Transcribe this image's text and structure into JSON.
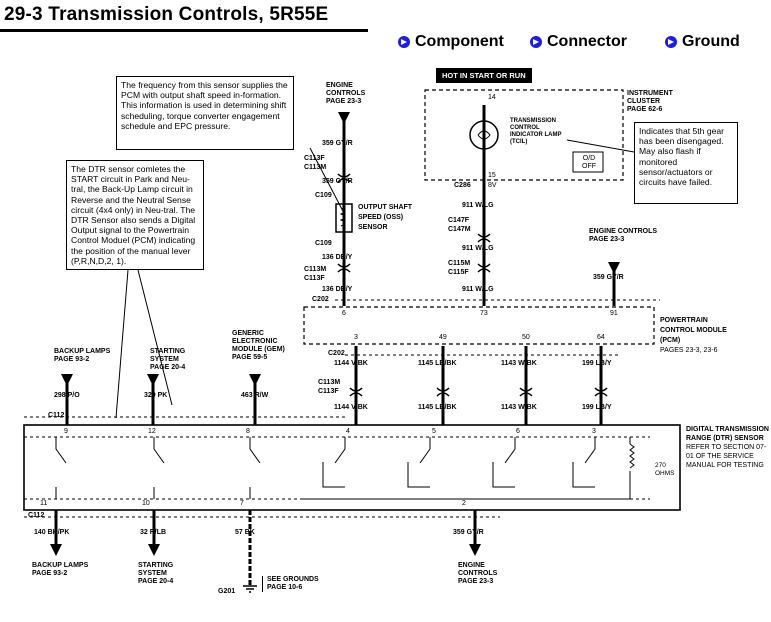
{
  "title": "29-3 Transmission Controls, 5R55E",
  "legend": {
    "component": "Component",
    "connector": "Connector",
    "ground": "Ground",
    "icon_color": "#1e1edc"
  },
  "notes": {
    "oss": "The frequency from this sensor supplies the PCM with output shaft speed in-formation.  This information is used in determining shift scheduling, torque converter engagement schedule and EPC pressure.",
    "dtr": "The DTR sensor comletes the START circuit in Park and Neu-tral, the Back-Up Lamp circuit in Reverse and the Neutral Sense circuit (4x4 only) in Neu-tral. The DTR Sensor also sends a Digital Output signal to the Powertrain Control Moduel (PCM) indicating the position of the manual lever (P,R,N,D,2, 1).",
    "tcil": "Indicates that 5th gear has been disengaged.  May also flash if monitored sensor/actuators or circuits have failed."
  },
  "hot_label": "HOT IN START OR RUN",
  "components": {
    "engine_controls_top": {
      "name": "ENGINE CONTROLS",
      "page": "PAGE 23-3"
    },
    "engine_controls_right": {
      "name": "ENGINE CONTROLS",
      "page": "PAGE 23-3"
    },
    "instrument_cluster": {
      "name": "INSTRUMENT CLUSTER",
      "page": "PAGE 62-6"
    },
    "tcil": {
      "name": "TRANSMISSION CONTROL INDICATOR LAMP (TCIL)",
      "button": "O/D OFF"
    },
    "oss": {
      "name": "OUTPUT SHAFT SPEED (OSS) SENSOR"
    },
    "pcm": {
      "name": "POWERTRAIN CONTROL MODULE (PCM)",
      "pages": "PAGES 23-3, 23-6"
    },
    "backup_lamps_top": {
      "name": "BACKUP LAMPS",
      "page": "PAGE 93-2"
    },
    "starting_system_top": {
      "name": "STARTING SYSTEM",
      "page": "PAGE 20-4"
    },
    "gem": {
      "name": "GENERIC ELECTRONIC MODULE (GEM)",
      "page": "PAGE 59-5"
    },
    "dtr": {
      "name": "DIGITAL TRANSMISSION RANGE (DTR) SENSOR",
      "ref": "REFER TO SECTION 07-01 OF THE SERVICE MANUAL FOR TESTING"
    },
    "backup_lamps_bottom": {
      "name": "BACKUP LAMPS",
      "page": "PAGE 93-2"
    },
    "starting_system_bottom": {
      "name": "STARTING SYSTEM",
      "page": "PAGE 20-4"
    },
    "engine_controls_bottom": {
      "name": "ENGINE CONTROLS",
      "page": "PAGE 23-3"
    },
    "grounds": {
      "name": "SEE GROUNDS",
      "page": "PAGE 10-6"
    }
  },
  "connectors": {
    "c113f": "C113F",
    "c113m": "C113M",
    "c109a": "C109",
    "c109b": "C109",
    "c113m_b": "C113M",
    "c113f_b": "C113F",
    "c202a": "C202",
    "c286": "C286",
    "c147f": "C147F",
    "c147m": "C147M",
    "c115m": "C115M",
    "c115f": "C115F",
    "c202b": "C202",
    "c113m_c": "C113M",
    "c113f_c": "C113F",
    "c112a": "C112",
    "c112b": "C112",
    "g201": "G201"
  },
  "circuits": {
    "oss_top1": "359  GY/R",
    "oss_top2": "359  GY/R",
    "oss_bot1": "136  DB/Y",
    "oss_bot2": "136  DB/Y",
    "tcil_1": "911  W/LG",
    "tcil_2": "911  W/LG",
    "tcil_3": "911  W/LG",
    "pcm_right": "359  GY/R",
    "a1": "1144  V/BK",
    "a2": "1144  V/BK",
    "b1": "1145  LB/BK",
    "b2": "1145  LB/BK",
    "c1": "1143  W/BK",
    "c2": "1143  W/BK",
    "d1": "199  LB/Y",
    "d2": "199  LB/Y",
    "backup": "298  P/O",
    "starting": "329  PK",
    "gem": "463  R/W",
    "out_backup": "140  BK/PK",
    "out_start": "32  R/LB",
    "out_gnd": "57  BK",
    "out_eng": "359  GY/R"
  },
  "pins": {
    "oss_top": "6",
    "pcm_73": "73",
    "pcm_91": "91",
    "pcm_3": "3",
    "pcm_49": "49",
    "pcm_50": "50",
    "pcm_64": "64",
    "ic_14": "14",
    "ic_15": "15",
    "ic_8v": "8V",
    "dtr_9": "9",
    "dtr_12": "12",
    "dtr_8": "8",
    "dtr_4": "4",
    "dtr_5": "5",
    "dtr_6": "6",
    "dtr_3": "3",
    "dtr_11": "11",
    "dtr_10": "10",
    "dtr_7": "7",
    "dtr_2": "2"
  },
  "resistor": "270 OHMS"
}
